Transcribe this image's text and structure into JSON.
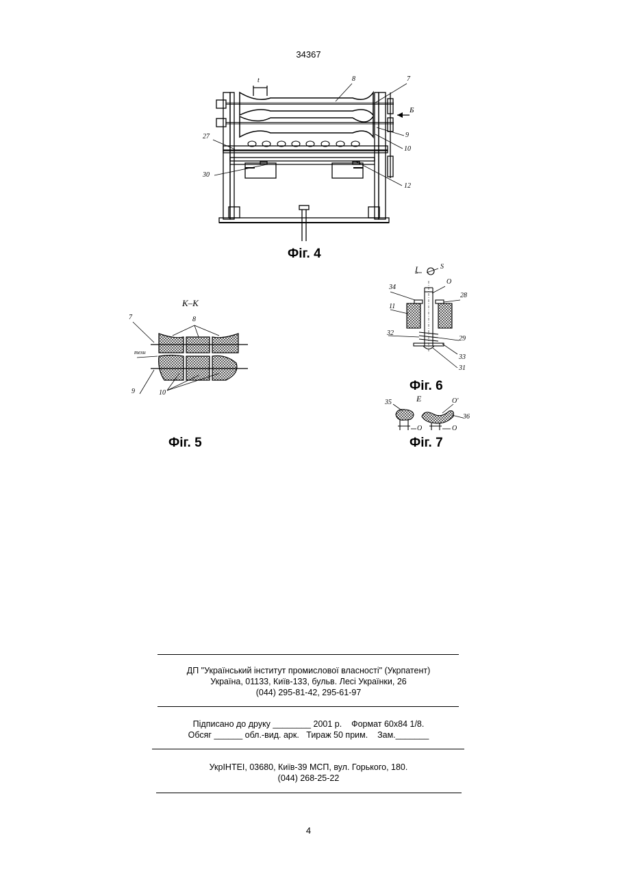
{
  "header": {
    "patent_number": "34367"
  },
  "figures": {
    "fig4": {
      "caption": "Фіг. 4",
      "labels": {
        "t": "t",
        "n8": "8",
        "n7": "7",
        "b": "Б",
        "n9": "9",
        "n10": "10",
        "n27": "27",
        "n30": "30",
        "n12": "12"
      }
    },
    "fig5": {
      "caption": "Фіг. 5",
      "section": "К–К",
      "labels": {
        "n7": "7",
        "n8": "8",
        "tech": "техн",
        "n9": "9",
        "n10": "10"
      }
    },
    "fig6": {
      "caption": "Фіг. 6",
      "view": "I",
      "labels": {
        "s": "S",
        "o": "О",
        "n34": "34",
        "n28": "28",
        "n11": "11",
        "n32": "32",
        "n29": "29",
        "n33": "33",
        "n31": "31"
      }
    },
    "fig7": {
      "caption": "Фіг. 7",
      "view": "Е",
      "labels": {
        "n35": "35",
        "o_prime": "О'",
        "n36": "36",
        "o_left": "О",
        "o_right": "О"
      }
    }
  },
  "imprint": {
    "publisher_name": "ДП \"Український інститут промислової власності\" (Укрпатент)",
    "publisher_address": "Україна, 01133, Київ-133, бульв. Лесі Українки, 26",
    "publisher_phone": "(044) 295-81-42, 295-61-97",
    "print_line1": "Підписано до друку ________ 2001 р.    Формат 60х84 1/8.",
    "print_line2": "Обсяг ______ обл.-вид. арк.   Тираж 50 прим.    Зам._______",
    "printer_address": "УкрІНТЕІ, 03680, Київ-39 МСП, вул. Горького, 180.",
    "printer_phone": "(044) 268-25-22"
  },
  "footer": {
    "page_number": "4"
  }
}
